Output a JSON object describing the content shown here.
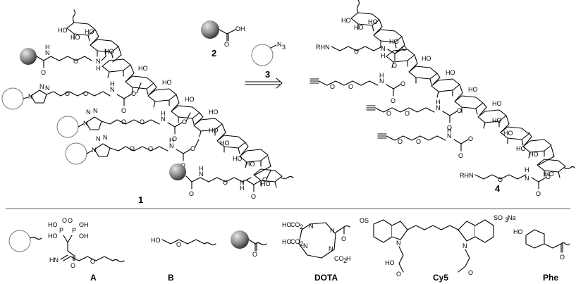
{
  "compounds": {
    "c1": "1",
    "c2": "2",
    "c3": "3",
    "c4": "4"
  },
  "groups": {
    "oh": "HO",
    "oh2": "OH",
    "o": "O",
    "n": "N",
    "h": "H",
    "nh": "NH",
    "hn": "HN",
    "rhn": "RHN",
    "n3": "N",
    "n3sub": "3",
    "cooh": "OH",
    "p": "P",
    "hooc": "HO",
    "co2h": "CO",
    "co2hsub": "2",
    "co2hend": "H",
    "so3": "O",
    "s": "S",
    "so3na": "SO",
    "so3nasub": "3",
    "so3naend": "Na"
  },
  "key": {
    "A": "A",
    "B": "B",
    "DOTA": "DOTA",
    "Cy5": "Cy5",
    "Phe": "Phe"
  },
  "colors": {
    "ink": "#000000",
    "sphere_dark": "#3a3a3a",
    "sphere_light": "#e6e6e6",
    "circle_outline": "#777777"
  }
}
